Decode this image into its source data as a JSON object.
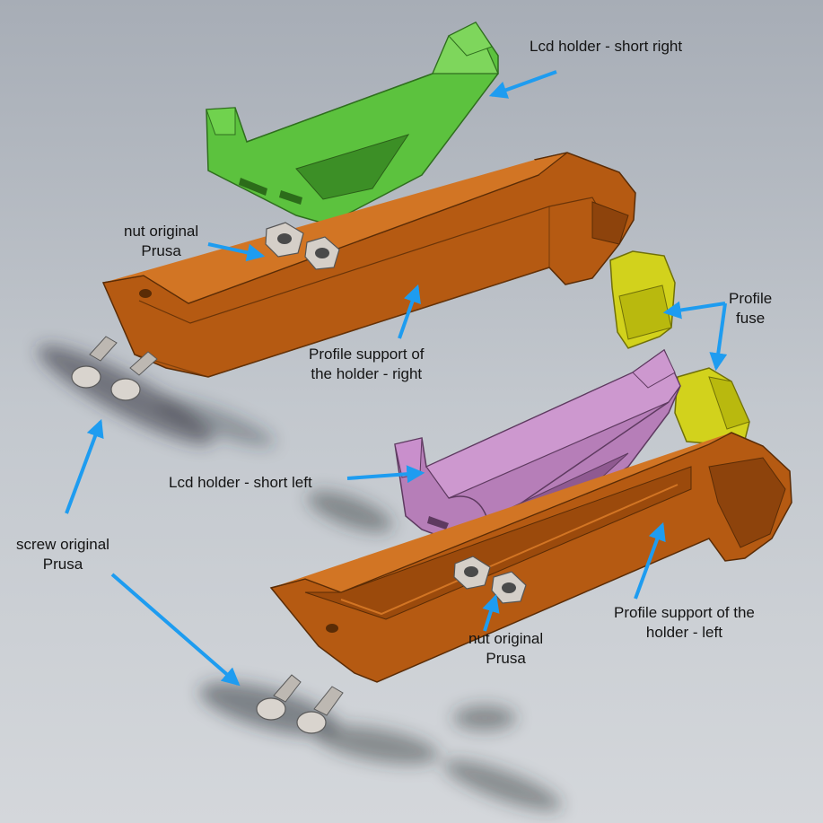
{
  "colors": {
    "background_top": "#a7adb6",
    "background_bottom": "#d4d7db",
    "arrow": "#1e9cf0",
    "lcd_holder_right": "#5cc23e",
    "lcd_holder_left": "#b67eb8",
    "profile_support": "#b55a12",
    "profile_fuse": "#d2d21c",
    "hardware": "#c9c3bc"
  },
  "labels": {
    "lcd_holder_short_right": {
      "lines": [
        "Lcd holder - short right"
      ]
    },
    "nut_top": {
      "lines": [
        "nut original",
        "Prusa"
      ]
    },
    "profile_fuse": {
      "lines": [
        "Profile",
        "fuse"
      ]
    },
    "profile_support_right": {
      "lines": [
        "Profile support of",
        "the holder - right"
      ]
    },
    "lcd_holder_short_left": {
      "lines": [
        "Lcd holder - short left"
      ]
    },
    "screw": {
      "lines": [
        "screw original",
        "Prusa"
      ]
    },
    "profile_support_left": {
      "lines": [
        "Profile support of the",
        "holder - left"
      ]
    },
    "nut_bottom": {
      "lines": [
        "nut original",
        "Prusa"
      ]
    }
  }
}
